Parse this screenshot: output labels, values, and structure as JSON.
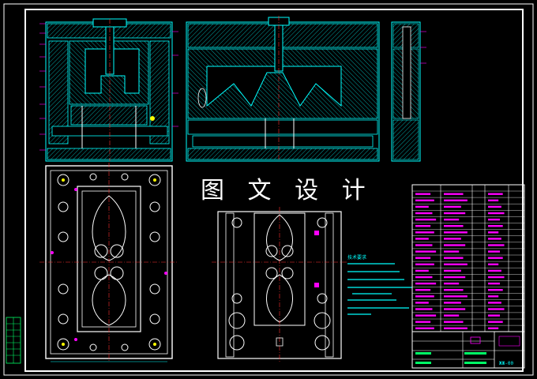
{
  "watermark": {
    "text": "图 文 设 计"
  },
  "notes": {
    "title": "技术要求"
  },
  "title_block": {
    "drawing_code": "ЖЖ-00"
  },
  "colors": {
    "background": "#000000",
    "frame": "#ffffff",
    "part_outline": "#00ffff",
    "hatch": "#00cccc",
    "dimension": "#ff00ff",
    "center_line": "#ff3030",
    "mark": "#ffff00",
    "fastener": "#ffffff",
    "table_text": "#ff00ff"
  }
}
